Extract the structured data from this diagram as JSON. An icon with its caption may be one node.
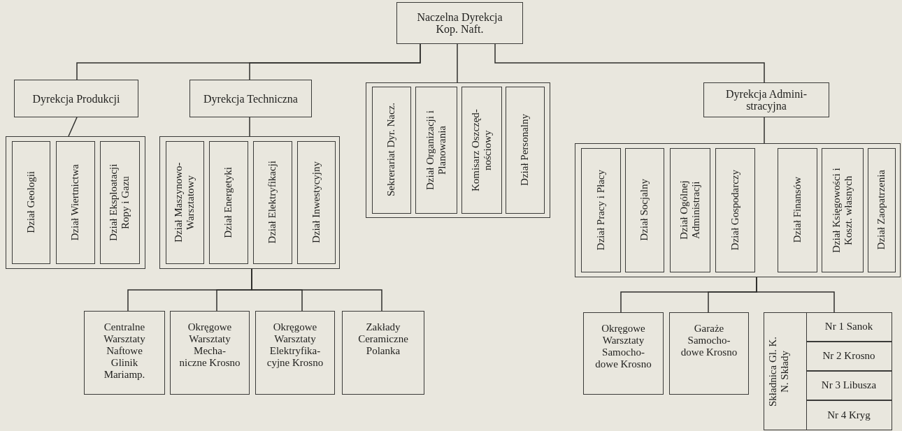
{
  "diagram": {
    "nodes": [
      {
        "text": [
          "Naczelna Dyrekcja Kop. Naft."
        ]
      },
      {
        "text": [
          "Dyrekcja Produkcji"
        ]
      },
      {
        "text": [
          "Dyrekcja Techniczna"
        ]
      },
      {
        "text": [],
        "shape": "box"
      },
      {
        "text": [
          "Sekrerariat Dyr. Nacz."
        ],
        "in": 3
      },
      {
        "text": [
          "Dział Organizacji i Planowania"
        ],
        "in": 3
      },
      {
        "text": [
          "Komisarz Oszczęd- nościowy"
        ],
        "in": 3
      },
      {
        "text": [
          "Dział Personalny"
        ],
        "in": 3
      },
      {
        "text": [
          "Dyrekcja Admini- stracyjna"
        ]
      },
      {
        "text": [],
        "shape": "box"
      },
      {
        "text": [
          "Dział Geologii"
        ],
        "in": 9
      },
      {
        "text": [
          "Dział Wiertnictwa"
        ],
        "in": 9
      },
      {
        "text": [
          "Dział Eksploatacji Ropy i Gazu"
        ],
        "in": 9
      },
      {
        "text": [],
        "shape": "box"
      },
      {
        "text": [
          "Dział Maszynowo- Warsztatowy"
        ],
        "in": 13
      },
      {
        "text": [
          "Dział Energetyki"
        ],
        "in": 13
      },
      {
        "text": [
          "Dział Elektryfikacji"
        ],
        "in": 13
      },
      {
        "text": [
          "Dział Inwestycyjny"
        ],
        "in": 13
      },
      {
        "text": [],
        "shape": "box"
      },
      {
        "text": [
          "Dział Pracy i Płacy"
        ],
        "in": 18
      },
      {
        "text": [
          "Dział Socjalny"
        ],
        "in": 18
      },
      {
        "text": [
          "Dział Ogólnej Administracji"
        ],
        "in": 18
      },
      {
        "text": [
          "Dział Gospodarczy"
        ],
        "in": 18
      },
      {
        "text": [
          "Dział Finansów"
        ],
        "in": 18
      },
      {
        "text": [
          "Dział Księgowości i Koszt. własnych"
        ],
        "in": 18
      },
      {
        "text": [
          "Dział Zaopatrzenia"
        ],
        "in": 18
      },
      {
        "text": [
          "Centralne Warsztaty Naftowe Glinik Mariamp."
        ]
      },
      {
        "text": [
          "Okręgowe Warsztaty Mecha- niczne Krosno"
        ]
      },
      {
        "text": [
          "Okręgowe Warsztaty Elektryfika- cyjne Krosno"
        ]
      },
      {
        "text": [
          "Zakłady Ceramiczne Polanka"
        ]
      },
      {
        "text": [
          "Okręgowe Warsztaty Samocho- dowe Krosno"
        ]
      },
      {
        "text": [
          "Garaże Samocho- dowe Krosno"
        ]
      },
      {
        "text": [
          "Składnica Gl. K. N. Składy"
        ]
      },
      {
        "text": [
          "Nr 1 Sanok"
        ],
        "in": 32
      },
      {
        "text": [
          "Nr 2 Krosno"
        ],
        "in": 32
      },
      {
        "text": [
          "Nr 3 Libusza"
        ],
        "in": 32
      },
      {
        "text": [
          "Nr 4 Kryg"
        ],
        "in": 32
      }
    ],
    "edges": [
      {
        "from": 0,
        "to": 1,
        "arrow": "none"
      },
      {
        "from": 0,
        "to": 2,
        "arrow": "none"
      },
      {
        "from": 0,
        "to": 3,
        "arrow": "none"
      },
      {
        "from": 0,
        "to": 8,
        "arrow": "none"
      },
      {
        "from": 1,
        "to": 9,
        "arrow": "none"
      },
      {
        "from": 2,
        "to": 13,
        "arrow": "none"
      },
      {
        "from": 8,
        "to": 18,
        "arrow": "none"
      },
      {
        "from": 13,
        "to": 26,
        "arrow": "none"
      },
      {
        "from": 13,
        "to": 27,
        "arrow": "none"
      },
      {
        "from": 13,
        "to": 28,
        "arrow": "none"
      },
      {
        "from": 13,
        "to": 29,
        "arrow": "none"
      },
      {
        "from": 18,
        "to": 30,
        "arrow": "none"
      },
      {
        "from": 18,
        "to": 31,
        "arrow": "none"
      },
      {
        "from": 18,
        "to": 32,
        "arrow": "none"
      }
    ]
  }
}
